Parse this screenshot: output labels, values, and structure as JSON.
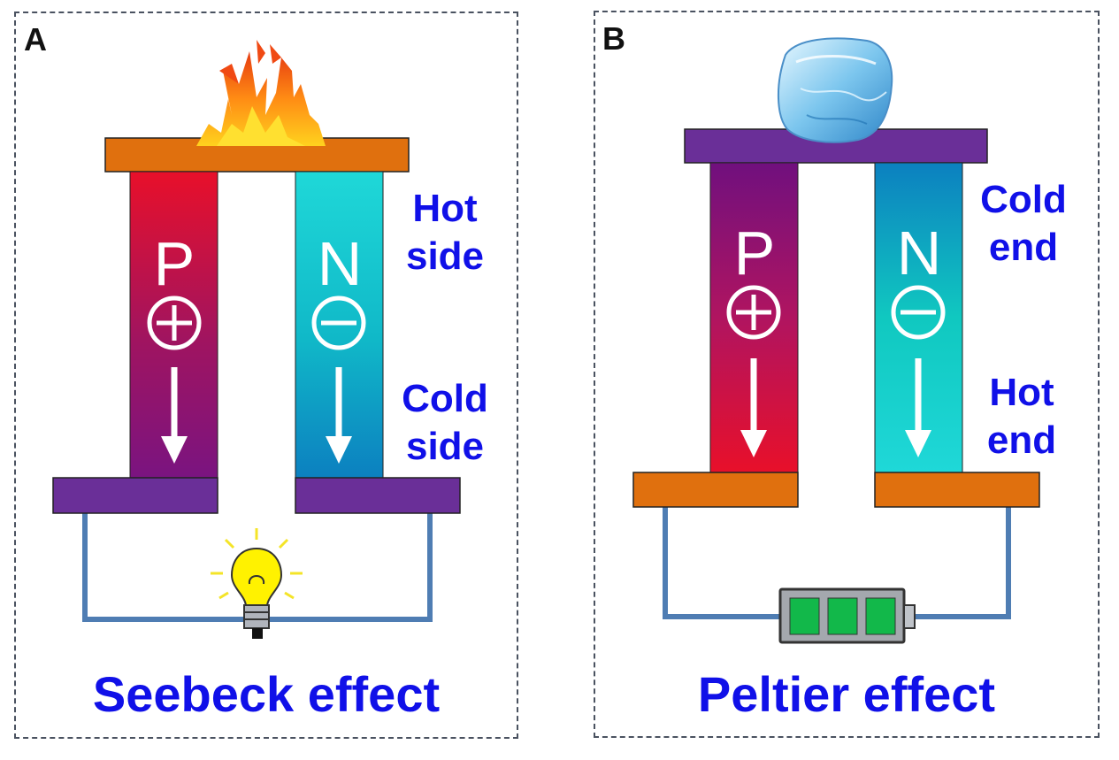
{
  "panels": {
    "a": {
      "letter": "A",
      "left_leg": {
        "letter": "P",
        "charge": "plus"
      },
      "right_leg": {
        "letter": "N",
        "charge": "minus"
      },
      "label_top": [
        "Hot",
        "side"
      ],
      "label_bottom": [
        "Cold",
        "side"
      ],
      "caption": "Seebeck effect",
      "heat_source": "flame-icon",
      "load": "light-bulb-icon"
    },
    "b": {
      "letter": "B",
      "left_leg": {
        "letter": "P",
        "charge": "plus"
      },
      "right_leg": {
        "letter": "N",
        "charge": "minus"
      },
      "label_top": [
        "Cold",
        "end"
      ],
      "label_bottom": [
        "Hot",
        "end"
      ],
      "caption": "Peltier effect",
      "cold_source": "ice-cube-icon",
      "load": "battery-icon"
    }
  },
  "colors": {
    "label_blue": "#1010e8",
    "orange_plate": "#e0700e",
    "purple_plate": "#6a2f98",
    "wire": "#4f7db3"
  }
}
